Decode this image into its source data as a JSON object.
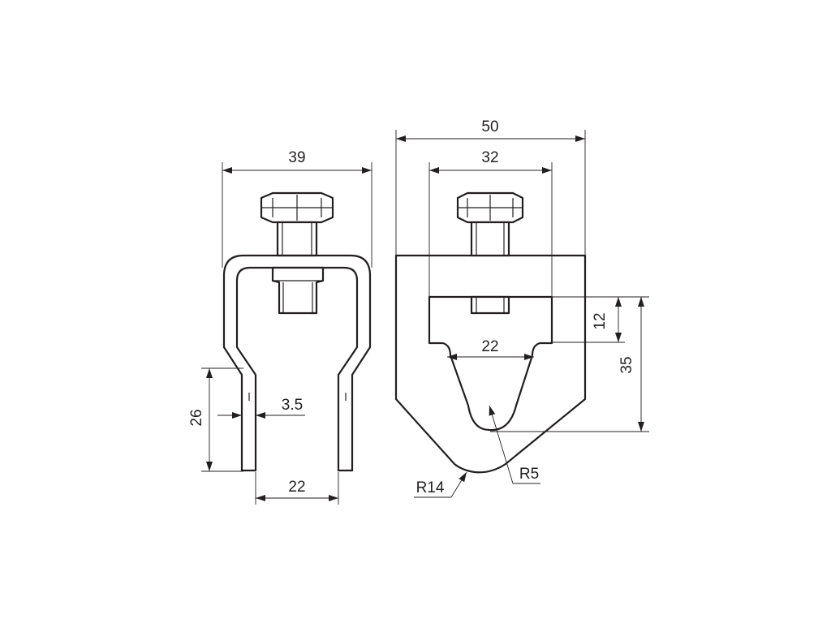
{
  "dimensions": {
    "left_overall_width": "39",
    "left_leg_thickness": "3.5",
    "left_leg_height": "26",
    "left_inner_gap": "22",
    "right_overall_width": "50",
    "right_slot_width": "32",
    "right_slot_depth": "12",
    "right_notch_width": "22",
    "right_height": "35",
    "right_bottom_radius": "R14",
    "right_notch_radius": "R5"
  }
}
